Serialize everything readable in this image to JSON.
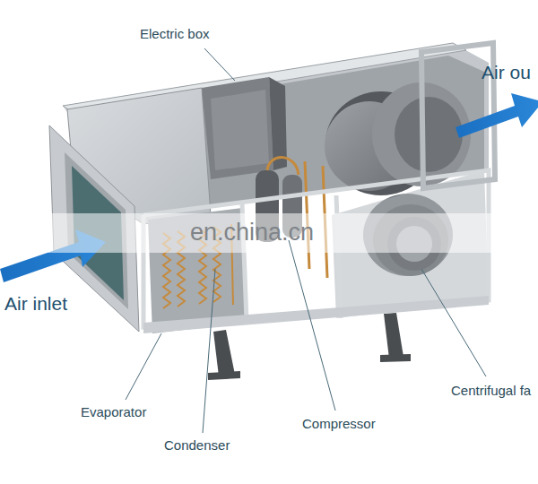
{
  "diagram": {
    "labels": [
      "Electric box",
      "Air ou",
      "Air inlet",
      "en.china.cn",
      "Evaporator",
      "Condenser",
      "Compressor",
      "Centrifugal fa"
    ]
  }
}
